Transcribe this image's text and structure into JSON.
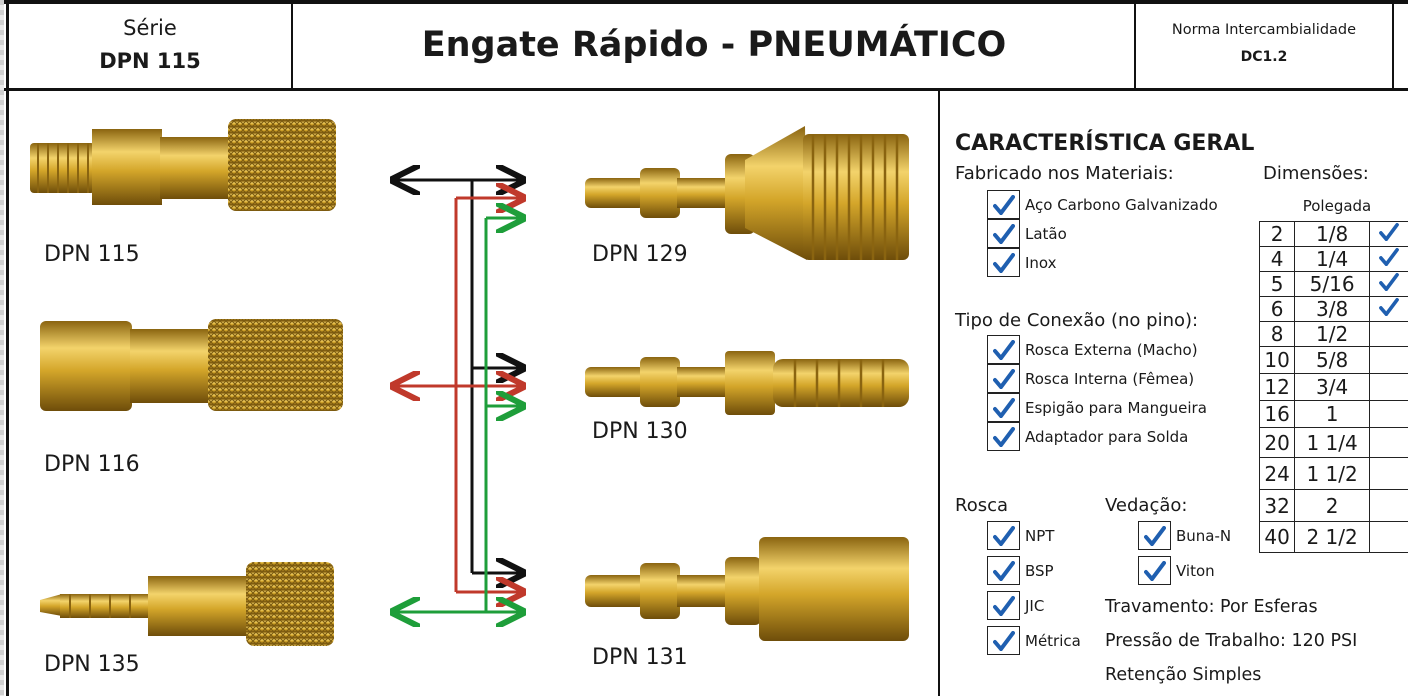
{
  "header": {
    "serie_label": "Série",
    "serie_code": "DPN 115",
    "title": "Engate Rápido - PNEUMÁTICO",
    "norma_label": "Norma Intercambialidade",
    "norma_code": "DC1.2"
  },
  "parts": {
    "female": [
      "DPN 115",
      "DPN 116",
      "DPN 135"
    ],
    "male": [
      "DPN 129",
      "DPN 130",
      "DPN 131"
    ]
  },
  "connector_colors": {
    "black": "#111111",
    "red": "#c0392b",
    "green": "#1e9e3a"
  },
  "brass_color": "#d4a62a",
  "check_color": "#1f5fb0",
  "characteristics": {
    "title": "CARACTERÍSTICA GERAL",
    "materials_label": "Fabricado nos Materiais:",
    "materials": [
      "Aço Carbono Galvanizado",
      "Latão",
      "Inox"
    ],
    "connection_label": "Tipo de Conexão (no pino):",
    "connections": [
      "Rosca Externa (Macho)",
      "Rosca Interna (Fêmea)",
      "Espigão para Mangueira",
      "Adaptador para Solda"
    ],
    "thread_label": "Rosca",
    "threads": [
      "NPT",
      "BSP",
      "JIC",
      "Métrica"
    ],
    "seal_label": "Vedação:",
    "seals": [
      "Buna-N",
      "Viton"
    ],
    "locking": "Travamento: Por Esferas",
    "pressure": "Pressão de Trabalho: 120 PSI",
    "retention": "Retenção Simples"
  },
  "dimensions": {
    "label": "Dimensões:",
    "unit": "Polegada",
    "rows": [
      {
        "n": "2",
        "frac": "1/8",
        "checked": true
      },
      {
        "n": "4",
        "frac": "1/4",
        "checked": true
      },
      {
        "n": "5",
        "frac": "5/16",
        "checked": true
      },
      {
        "n": "6",
        "frac": "3/8",
        "checked": true
      },
      {
        "n": "8",
        "frac": "1/2",
        "checked": false
      },
      {
        "n": "10",
        "frac": "5/8",
        "checked": false
      },
      {
        "n": "12",
        "frac": "3/4",
        "checked": false
      },
      {
        "n": "16",
        "frac": "1",
        "checked": false
      },
      {
        "n": "20",
        "frac": "1 1/4",
        "checked": false
      },
      {
        "n": "24",
        "frac": "1 1/2",
        "checked": false
      },
      {
        "n": "32",
        "frac": "2",
        "checked": false
      },
      {
        "n": "40",
        "frac": "2 1/2",
        "checked": false
      }
    ]
  }
}
